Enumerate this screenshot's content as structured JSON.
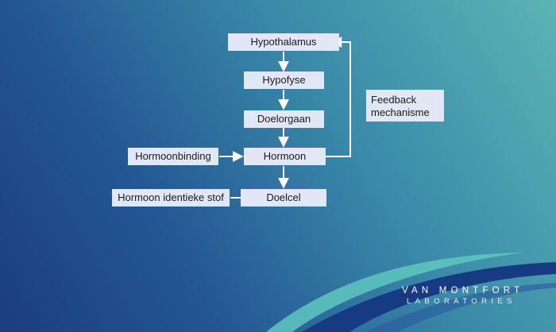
{
  "diagram": {
    "nodes": {
      "hypothalamus": "Hypothalamus",
      "hypofyse": "Hypofyse",
      "doelorgaan": "Doelorgaan",
      "hormoon": "Hormoon",
      "doelcel": "Doelcel",
      "hormoonbinding": "Hormoonbinding",
      "hormoon_identieke_stof": "Hormoon identieke stof"
    },
    "feedback_label": [
      "Feedback",
      "mechanisme"
    ]
  },
  "logo": {
    "name": "VAN MONTFORT",
    "subtitle": "LABORATORIES"
  },
  "colors": {
    "node_fill": "#e2e7f5",
    "connector": "#ffffff",
    "background_dark": "#1b3d80",
    "background_light": "#5db4b5"
  }
}
